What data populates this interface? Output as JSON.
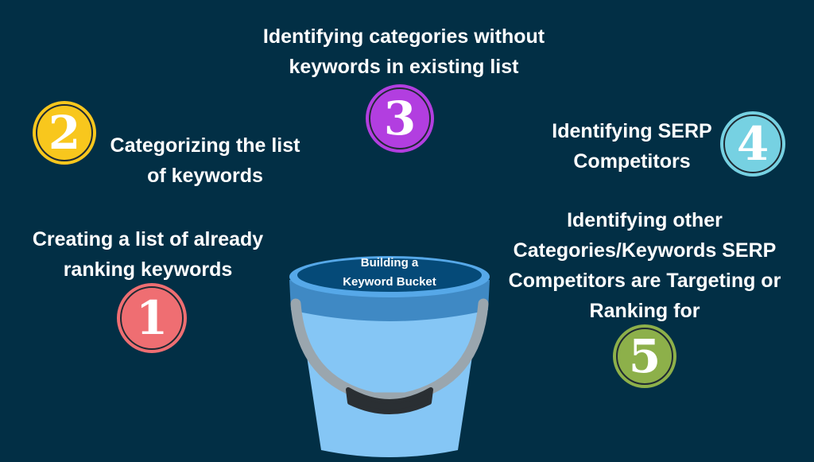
{
  "background_color": "#022f45",
  "bucket": {
    "label_line1": "Building a",
    "label_line2": "Keyword Bucket",
    "colors": {
      "body": "#85c6f5",
      "rim_band": "#3f89c4",
      "rim_top": "#56a8e8",
      "opening": "#054a78",
      "handle": "#9aa6ae",
      "grip": "#2a2f33"
    }
  },
  "steps": [
    {
      "number": "1",
      "color": "#ef6e72",
      "lines": [
        "Creating a list of already",
        "ranking keywords"
      ]
    },
    {
      "number": "2",
      "color": "#f8c71d",
      "lines": [
        "Categorizing the list",
        "of keywords"
      ]
    },
    {
      "number": "3",
      "color": "#b23ee0",
      "lines": [
        "Identifying categories without",
        "keywords in existing list"
      ]
    },
    {
      "number": "4",
      "color": "#76d1e2",
      "lines": [
        "Identifying SERP",
        "Competitors"
      ]
    },
    {
      "number": "5",
      "color": "#8db04a",
      "lines": [
        "Identifying other",
        "Categories/Keywords SERP",
        "Competitors are Targeting or",
        "Ranking for"
      ]
    }
  ]
}
